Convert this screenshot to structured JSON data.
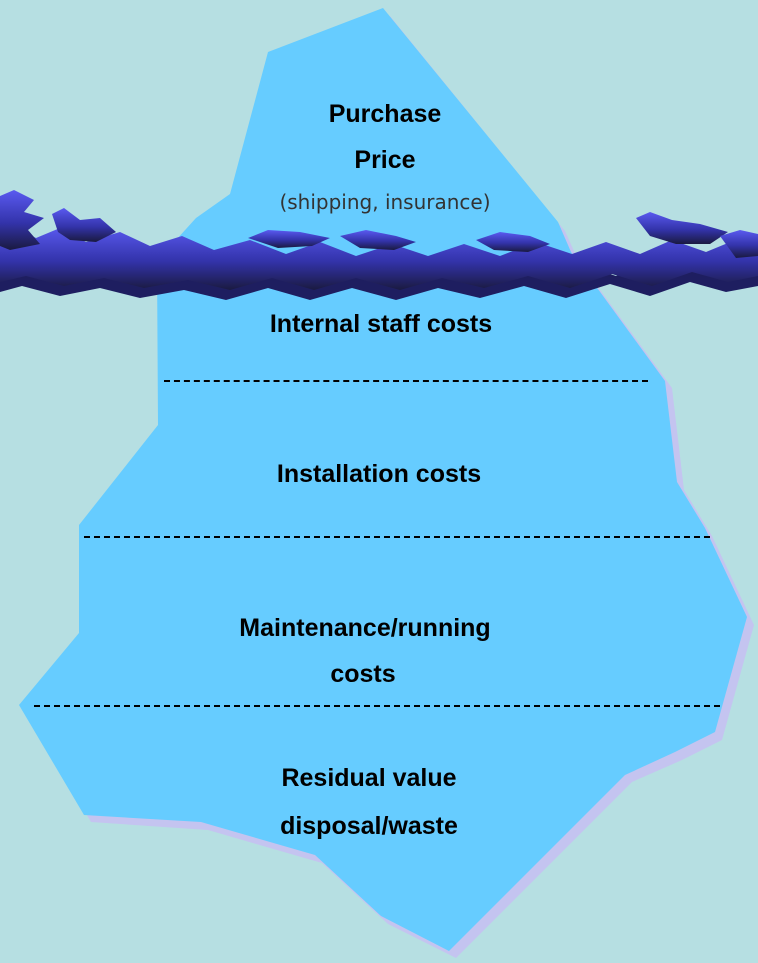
{
  "iceberg": {
    "above_water": {
      "title_line1": "Purchase",
      "title_line2": "Price",
      "subtitle": "(shipping, insurance)"
    },
    "below_water": [
      {
        "line1": "Internal staff costs"
      },
      {
        "line1": "Installation costs"
      },
      {
        "line1": "Maintenance/running",
        "line2": "costs"
      },
      {
        "line1": "Residual value",
        "line2": "disposal/waste"
      }
    ]
  },
  "colors": {
    "background": "#b6dfe2",
    "iceberg_fill": "#66ccff",
    "iceberg_shadow": "#c4c4f0",
    "water_blue": "#3a3ad8",
    "water_dark": "#1e1e60"
  }
}
